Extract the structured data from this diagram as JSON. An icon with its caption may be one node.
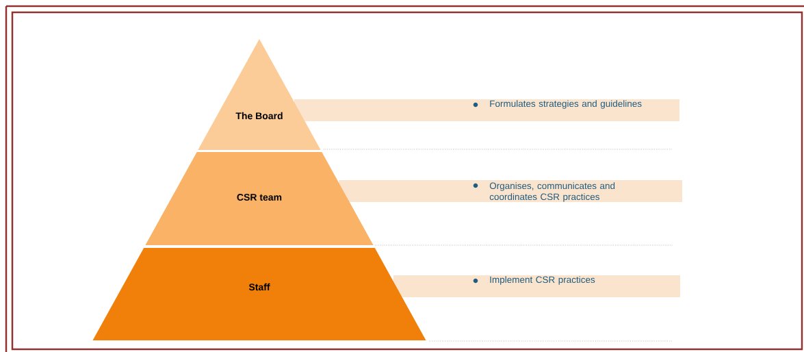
{
  "diagram": {
    "nodes": [
      {
        "text": [
          "The Board"
        ]
      },
      {
        "text": [
          "Formulates strategies and guidelines"
        ]
      },
      {
        "text": [
          "CSR team"
        ]
      },
      {
        "text": [
          "Organises, communicates and coordinates CSR practices"
        ]
      },
      {
        "text": [
          "Staff"
        ]
      },
      {
        "text": [
          "Implement CSR practices"
        ]
      }
    ]
  }
}
